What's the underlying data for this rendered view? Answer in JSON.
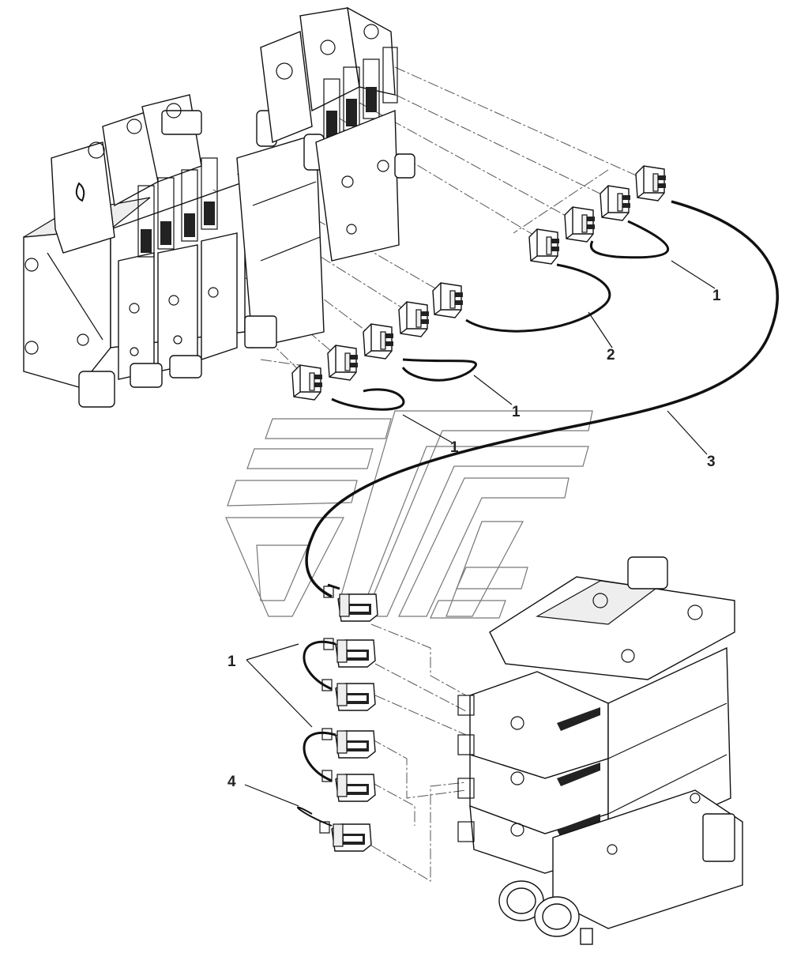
{
  "callouts": [
    {
      "id": "c1a",
      "label": "1"
    },
    {
      "id": "c1b",
      "label": "1"
    },
    {
      "id": "c1c",
      "label": "1"
    },
    {
      "id": "c2",
      "label": "2"
    },
    {
      "id": "c3",
      "label": "3"
    },
    {
      "id": "c1d",
      "label": "1"
    },
    {
      "id": "c4",
      "label": "4"
    }
  ],
  "colors": {
    "ink": "#111111",
    "watermark": "#777777",
    "leader": "#555555"
  }
}
